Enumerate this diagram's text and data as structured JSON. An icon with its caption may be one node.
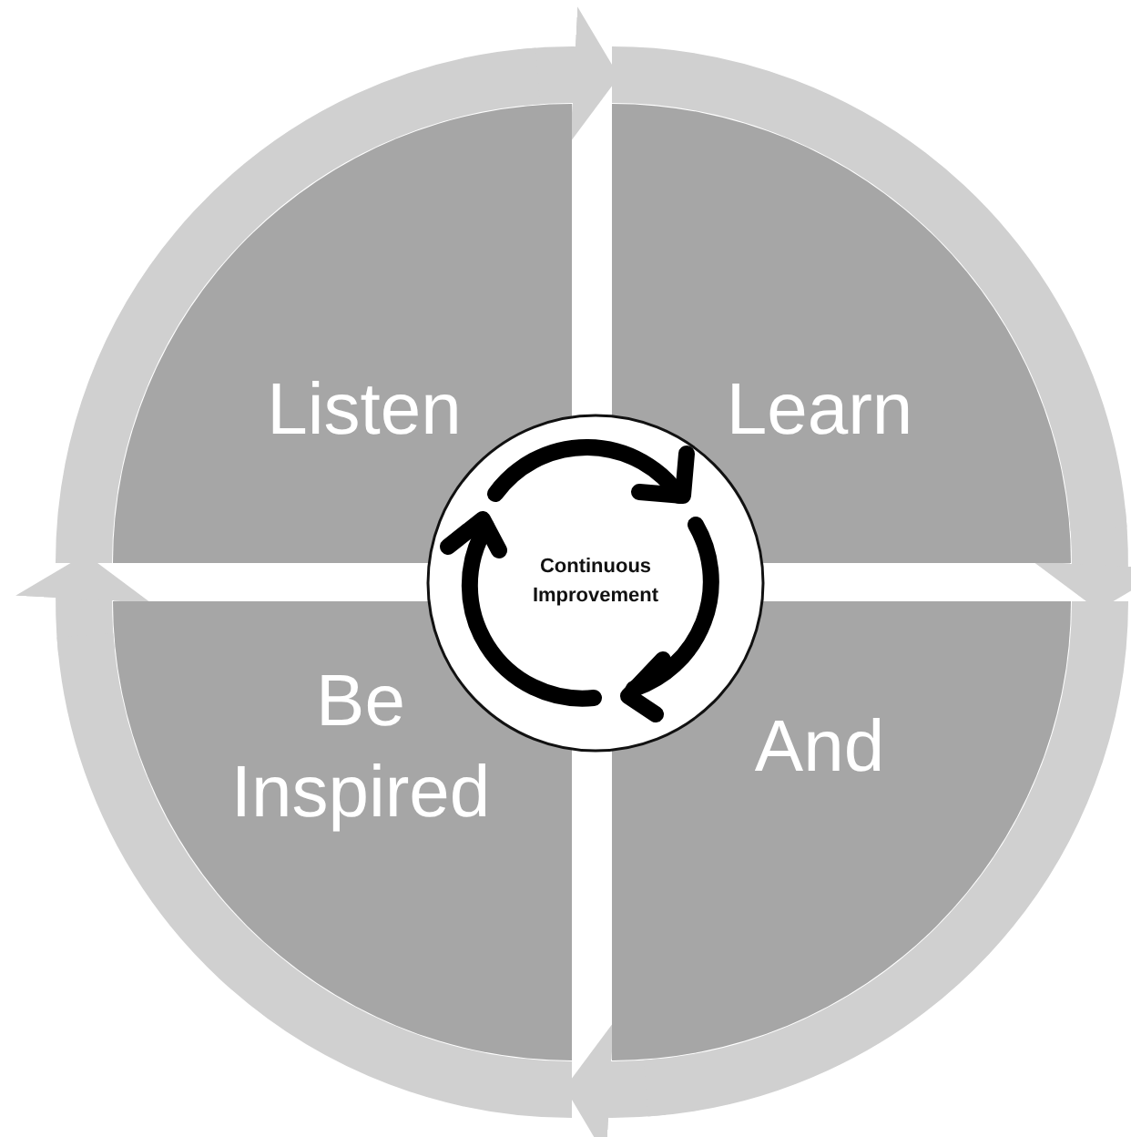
{
  "diagram": {
    "nodes": [
      {
        "text": [
          "Listen"
        ]
      },
      {
        "text": [
          "Learn"
        ]
      },
      {
        "text": [
          "And"
        ]
      },
      {
        "text": [
          "Be Inspired"
        ]
      },
      {
        "text": [
          "Continuous Improvement"
        ]
      }
    ],
    "edges": [
      {
        "from": 0,
        "to": 1,
        "arrow": "to"
      },
      {
        "from": 1,
        "to": 2,
        "arrow": "to"
      },
      {
        "from": 2,
        "to": 3,
        "arrow": "to"
      },
      {
        "from": 3,
        "to": 0,
        "arrow": "to"
      }
    ]
  }
}
